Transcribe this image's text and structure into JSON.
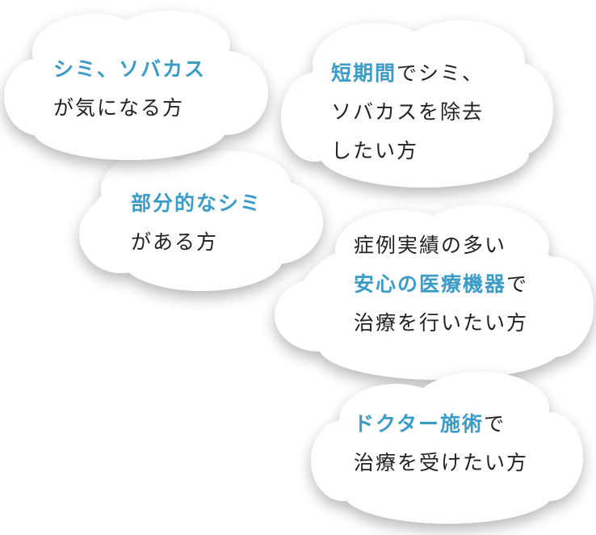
{
  "colors": {
    "highlight": "#3c9cc8",
    "text": "#222222",
    "cloud_fill": "#ffffff",
    "cloud_shadow": "#d6d6d6"
  },
  "clouds": [
    {
      "id": "cloud-1",
      "lines": [
        {
          "highlight": "シミ、ソバカス",
          "text": ""
        },
        {
          "highlight": "",
          "text": "が気になる方"
        }
      ]
    },
    {
      "id": "cloud-2",
      "lines": [
        {
          "highlight": "短期間",
          "text": "でシミ、"
        },
        {
          "highlight": "",
          "text": "ソバカスを除去"
        },
        {
          "highlight": "",
          "text": "したい方"
        }
      ]
    },
    {
      "id": "cloud-3",
      "lines": [
        {
          "highlight": "部分的なシミ",
          "text": ""
        },
        {
          "highlight": "",
          "text": "がある方"
        }
      ]
    },
    {
      "id": "cloud-4",
      "lines": [
        {
          "highlight": "",
          "text": "症例実績の多い"
        },
        {
          "highlight": "安心の医療機器",
          "text": "で"
        },
        {
          "highlight": "",
          "text": "治療を行いたい方"
        }
      ]
    },
    {
      "id": "cloud-5",
      "lines": [
        {
          "highlight": "ドクター施術",
          "text": "で"
        },
        {
          "highlight": "",
          "text": "治療を受けたい方"
        }
      ]
    }
  ]
}
